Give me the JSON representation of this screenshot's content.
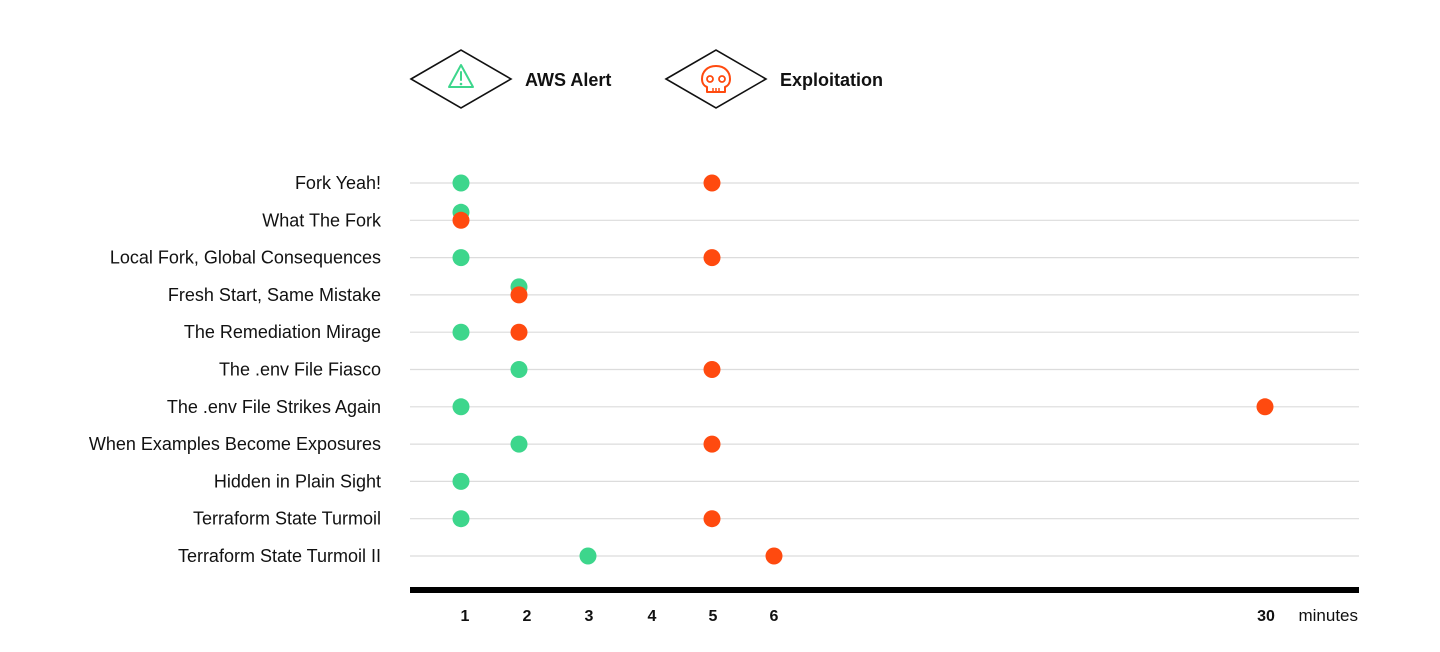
{
  "legend": [
    {
      "label": "AWS Alert",
      "icon": "warning-triangle-icon",
      "color": "#3dd68c"
    },
    {
      "label": "Exploitation",
      "icon": "skull-icon",
      "color": "#ff4a0f"
    }
  ],
  "chart_data": {
    "type": "scatter",
    "x_axis": {
      "unit": "minutes",
      "ticks": [
        "1",
        "2",
        "3",
        "4",
        "5",
        "6",
        "30"
      ]
    },
    "legend_position": "top",
    "grid": true,
    "categories": [
      "Fork Yeah!",
      "What The Fork",
      "Local Fork, Global Consequences",
      "Fresh Start, Same Mistake",
      "The Remediation Mirage",
      "The .env File Fiasco",
      "The .env File Strikes Again",
      "When Examples Become Exposures",
      "Hidden in Plain Sight",
      "Terraform State Turmoil",
      "Terraform State Turmoil II"
    ],
    "series": [
      {
        "name": "AWS Alert",
        "color": "#3dd68c",
        "values": [
          1,
          1,
          1,
          2,
          1,
          2,
          1,
          2,
          1,
          1,
          3
        ]
      },
      {
        "name": "Exploitation",
        "color": "#ff4a0f",
        "values": [
          5,
          1,
          5,
          2,
          2,
          5,
          30,
          5,
          null,
          5,
          6
        ]
      }
    ]
  }
}
